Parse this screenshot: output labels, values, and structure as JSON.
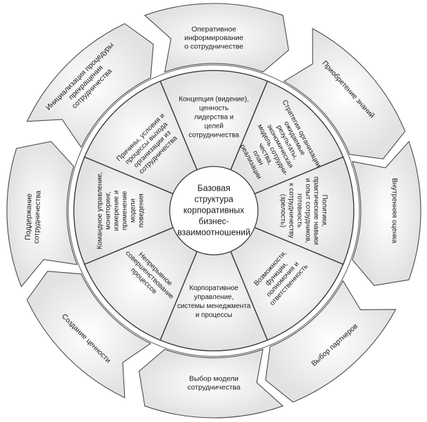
{
  "center": {
    "lines": [
      "Базовая",
      "структура",
      "корпоративных",
      "бизнес-",
      "взаимоотношений"
    ]
  },
  "outer_ring": [
    {
      "lines": [
        "Оперативное",
        "информирование",
        "о сотрудничестве"
      ]
    },
    {
      "lines": [
        "Приобретение знаний"
      ]
    },
    {
      "lines": [
        "Внутренняя оценка"
      ]
    },
    {
      "lines": [
        "Выбор партнеров"
      ]
    },
    {
      "lines": [
        "Выбор модели",
        "сотрудничества"
      ]
    },
    {
      "lines": [
        "Создание ценности"
      ]
    },
    {
      "lines": [
        "Поддержание",
        "сотрудничества"
      ]
    },
    {
      "lines": [
        "Инициализация процедуры",
        "прекращения",
        "сотрудничества"
      ]
    }
  ],
  "inner_ring": [
    {
      "lines": [
        "Концепция (видение),",
        "ценность",
        "лидерства и",
        "целей",
        "сотрудничества"
      ]
    },
    {
      "lines": [
        "Стратегия организации,",
        "ожидаемые",
        "результаты,",
        "экономическая",
        "модель сотрудни-",
        "чества,",
        "план",
        "реализации"
      ]
    },
    {
      "lines": [
        "Политики,",
        "практические навыки",
        "и опыт сотрудников,",
        "готовность",
        "к сотрудничеству",
        "(зрелость)"
      ]
    },
    {
      "lines": [
        "Возможности,",
        "функции,",
        "полномочия и",
        "ответственность"
      ]
    },
    {
      "lines": [
        "Корпоративное",
        "управление,",
        "системы менеджмента",
        "и процессы"
      ]
    },
    {
      "lines": [
        "Непрерывное",
        "совершенствование",
        "процессов"
      ]
    },
    {
      "lines": [
        "Командное управление,",
        "мониторинг,",
        "измерение и",
        "применение",
        "модели",
        "поведения"
      ]
    },
    {
      "lines": [
        "Причины, условия и",
        "процессы выхода",
        "организации из",
        "сотрудничества"
      ]
    }
  ]
}
